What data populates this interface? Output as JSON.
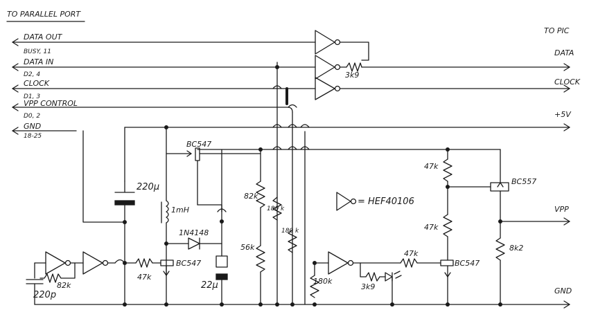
{
  "header": {
    "left": "TO PARALLEL PORT",
    "right": "TO PIC"
  },
  "port_pins": {
    "data_out": {
      "name": "DATA OUT",
      "pins": "BUSY, 11"
    },
    "data_in": {
      "name": "DATA IN",
      "pins": "D2, 4"
    },
    "clock": {
      "name": "CLOCK",
      "pins": "D1, 3"
    },
    "vpp_control": {
      "name": "VPP CONTROL",
      "pins": "D0, 2"
    },
    "gnd": {
      "name": "GND",
      "pins": "18-25"
    }
  },
  "pic_pins": {
    "data": "DATA",
    "clock": "CLOCK",
    "plus5v": "+5V",
    "vpp": "VPP",
    "gnd": "GND"
  },
  "legend": "= HEF40106",
  "components": {
    "r_3k9_data": "3k9",
    "c_220u": "220µ",
    "l_1mh": "1mH",
    "q1": "BC547",
    "d1": "1N4148",
    "q2": "BC547",
    "c_22u": "22µ",
    "r_82k_top": "82k",
    "r_56k": "56k",
    "r_180k_a": "180 k",
    "r_180k_b": "180 k",
    "r_180k_c": "180k",
    "r_47k_osc": "47k",
    "r_82k_osc": "82k",
    "c_220p": "220p",
    "r_47k_a": "47k",
    "r_47k_b": "47k",
    "r_47k_c": "47k",
    "r_3k9_led": "3k9",
    "q3": "BC547",
    "q4": "BC557",
    "r_8k2": "8k2"
  }
}
